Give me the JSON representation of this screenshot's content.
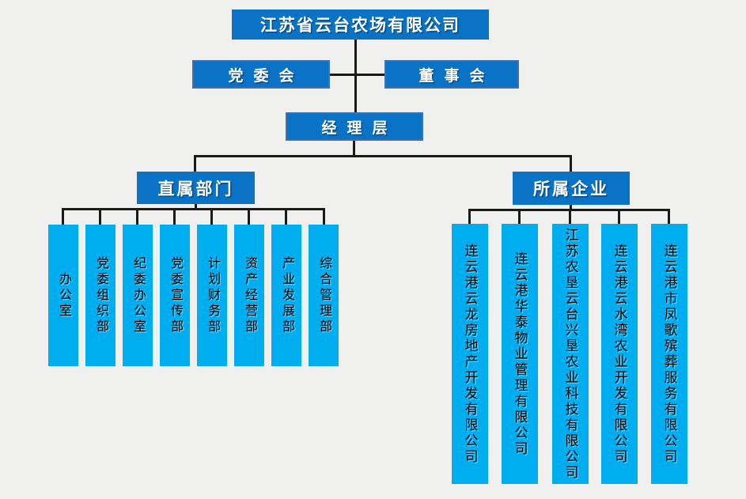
{
  "org": {
    "root": "江苏省云台农场有限公司",
    "party_committee": "党委会",
    "board": "董事会",
    "management": "经理层",
    "left_branch": "直属部门",
    "right_branch": "所属企业",
    "departments": [
      "办公室",
      "党委组织部",
      "纪委办公室",
      "党委宣传部",
      "计划财务部",
      "资产经营部",
      "产业发展部",
      "综合管理部"
    ],
    "enterprises": [
      "连云港云龙房地产开发有限公司",
      "连云港华泰物业管理有限公司",
      "江苏农垦云台兴垦农业科技有限公司",
      "连云港云水湾农业开发有限公司",
      "连云港市凤歌殡葬服务有限公司"
    ]
  },
  "colors": {
    "box_blue": "#0b73c6",
    "box_border": "#3e70b2",
    "column_cyan": "#00aeef",
    "line": "#1a1a1a",
    "background": "#f0f0ef",
    "text_on_blue": "#ffffff",
    "text_on_column": "#000000"
  }
}
